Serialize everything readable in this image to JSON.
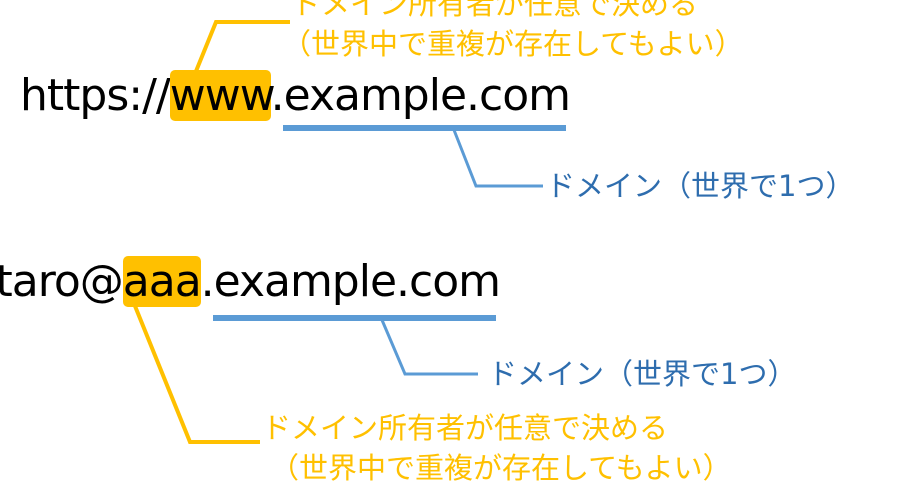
{
  "url_example": {
    "prefix": "https://",
    "highlight": "www",
    "domain": ".example.com"
  },
  "email_example": {
    "prefix": "taro@",
    "highlight": "aaa",
    "domain": ".example.com"
  },
  "owner_note": {
    "line1": "ドメイン所有者が任意で決める",
    "line2": "（世界中で重複が存在してもよい）"
  },
  "domain_note": "ドメイン（世界で1つ）",
  "colors": {
    "yellow": "#FFC000",
    "blue_line": "#5B9BD5",
    "blue_text": "#2E6DAE"
  }
}
